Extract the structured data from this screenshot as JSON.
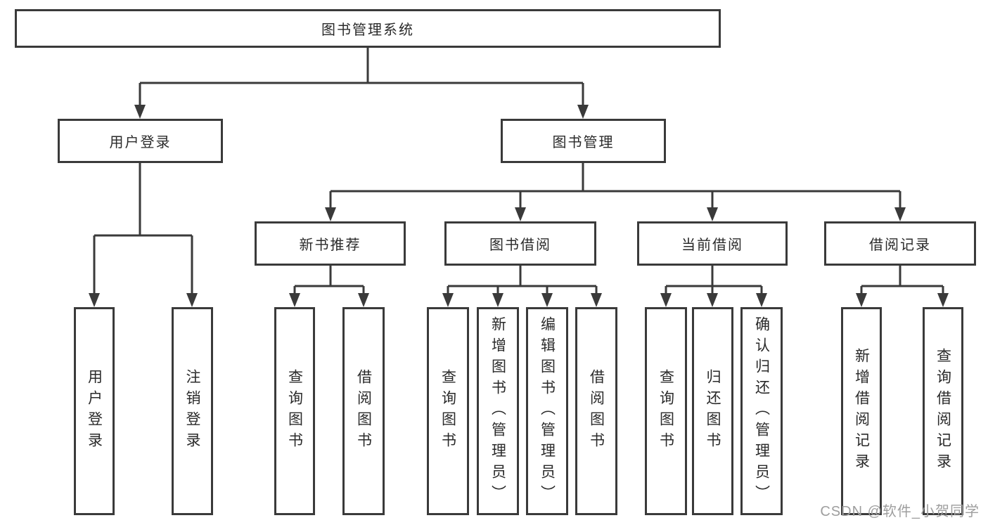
{
  "colors": {
    "line": "#3a3a3a",
    "box_border": "#3a3a3a",
    "text": "#2a2a2a",
    "background": "#ffffff",
    "watermark": "#9e9e9e"
  },
  "tree": {
    "root": {
      "label": "图书管理系统"
    },
    "branches": [
      {
        "label": "用户登录",
        "children": [
          {
            "label": "用户登录"
          },
          {
            "label": "注销登录"
          }
        ]
      },
      {
        "label": "图书管理",
        "children": [
          {
            "label": "新书推荐",
            "children": [
              {
                "label": "查询图书"
              },
              {
                "label": "借阅图书"
              }
            ]
          },
          {
            "label": "图书借阅",
            "children": [
              {
                "label": "查询图书"
              },
              {
                "label": "新增图书（管理员）"
              },
              {
                "label": "编辑图书（管理员）"
              },
              {
                "label": "借阅图书"
              }
            ]
          },
          {
            "label": "当前借阅",
            "children": [
              {
                "label": "查询图书"
              },
              {
                "label": "归还图书"
              },
              {
                "label": "确认归还（管理员）"
              }
            ]
          },
          {
            "label": "借阅记录",
            "children": [
              {
                "label": "新增借阅记录"
              },
              {
                "label": "查询借阅记录"
              }
            ]
          }
        ]
      }
    ]
  },
  "watermark": {
    "text": "CSDN @软件_小贺同学"
  }
}
